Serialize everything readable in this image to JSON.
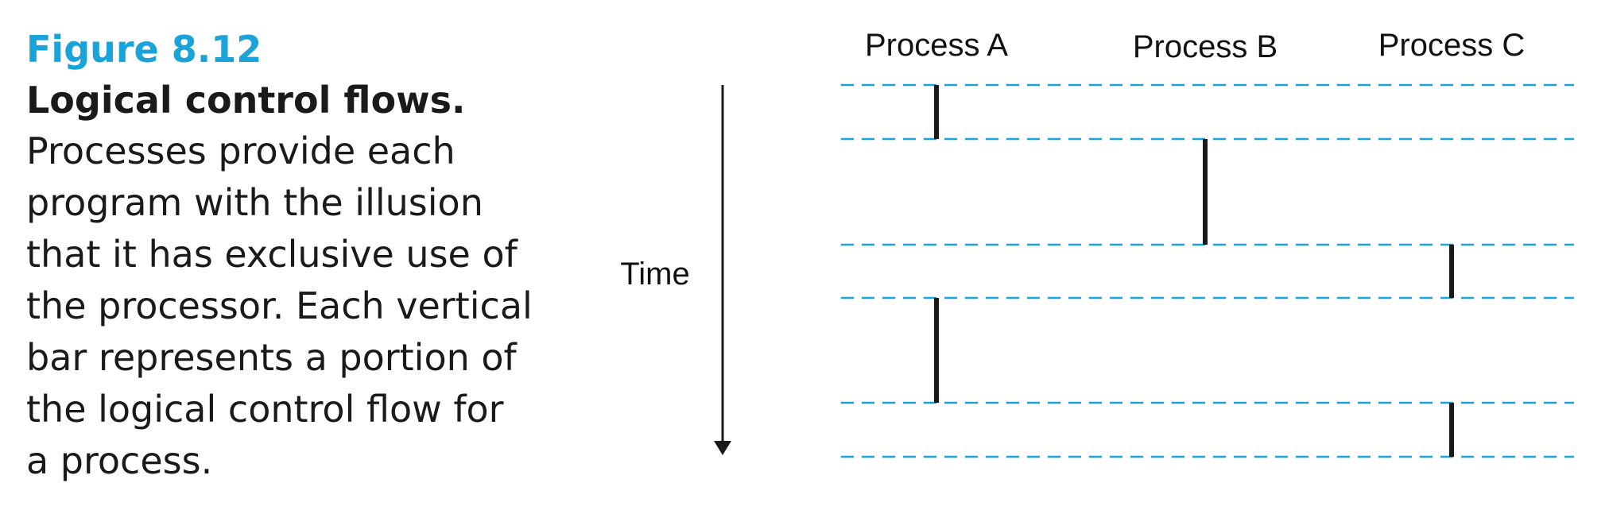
{
  "caption": {
    "figure_number": "Figure 8.12",
    "title": "Logical control flows.",
    "body": "Processes provide each program with the illusion that it has exclusive use of the processor. Each vertical bar represents a portion of the logical control flow for a process."
  },
  "diagram": {
    "time_label": "Time",
    "processes": [
      "Process A",
      "Process B",
      "Process C"
    ],
    "time_slices": 6,
    "execution_bars": [
      {
        "process": 0,
        "from": 0,
        "to": 1
      },
      {
        "process": 1,
        "from": 1,
        "to": 2
      },
      {
        "process": 2,
        "from": 2,
        "to": 3
      },
      {
        "process": 0,
        "from": 3,
        "to": 4
      },
      {
        "process": 2,
        "from": 4,
        "to": 5
      }
    ],
    "colors": {
      "accent": "#1aa3d9",
      "dashed_line": "#1aa3d9",
      "bar": "#1a1a1a",
      "text": "#1a1a1a"
    }
  }
}
